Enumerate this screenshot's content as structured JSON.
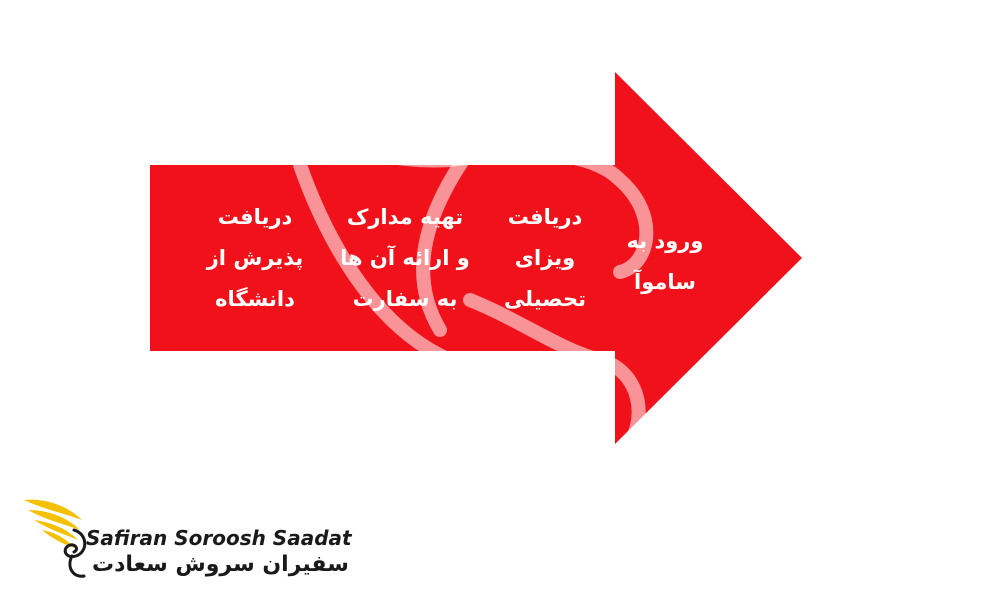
{
  "diagram": {
    "arrow_color": "#f0111a",
    "steps": [
      {
        "lines": [
          "ورود به",
          "ساموآ"
        ]
      },
      {
        "lines": [
          "دریافت",
          "ویزای",
          "تحصیلی"
        ]
      },
      {
        "lines": [
          "تهیه مدارک",
          "و ارائه آن ها",
          "به سفارت"
        ]
      },
      {
        "lines": [
          "دریافت",
          "پذیرش از",
          "دانشگاه"
        ]
      }
    ]
  },
  "logo": {
    "latin_text": "Safiran Soroosh Saadat",
    "persian_text": "سفیران سروش سعادت",
    "wing_color": "#f5c000",
    "text_color": "#1a1a1a"
  }
}
